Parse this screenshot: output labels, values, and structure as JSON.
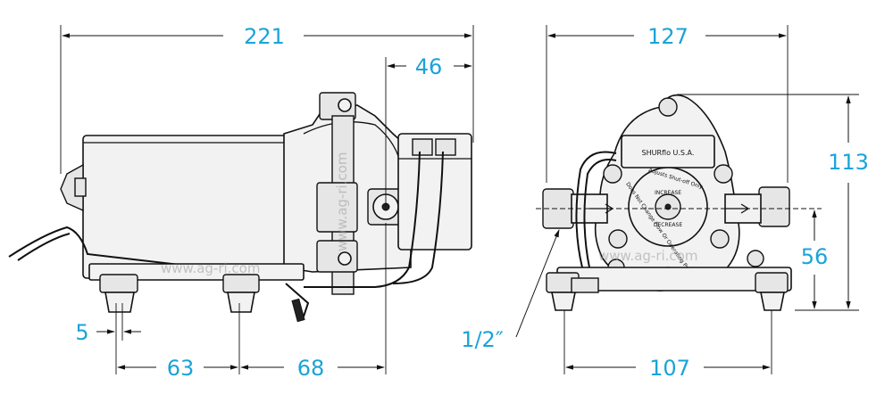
{
  "dimensions": {
    "overall_length": "221",
    "fitting_offset": "46",
    "foot_width": "5",
    "foot_spacing_a": "63",
    "foot_spacing_b": "68",
    "overall_width": "127",
    "overall_height": "113",
    "port_height": "56",
    "base_width": "107",
    "port_size": "1/2″"
  },
  "labels": {
    "brand": "SHURflo  U.S.A.",
    "increase": "INCREASE",
    "decrease": "DECREASE",
    "adjust_note": "Adjusts Shut-off Only",
    "warning_note": "Does Not Change Flow Or Operating Pressure"
  },
  "watermark": "www.ag-ri.com",
  "colors": {
    "dimension_text": "#1aa3d9",
    "line": "#111111",
    "fill": "#f2f2f2"
  }
}
